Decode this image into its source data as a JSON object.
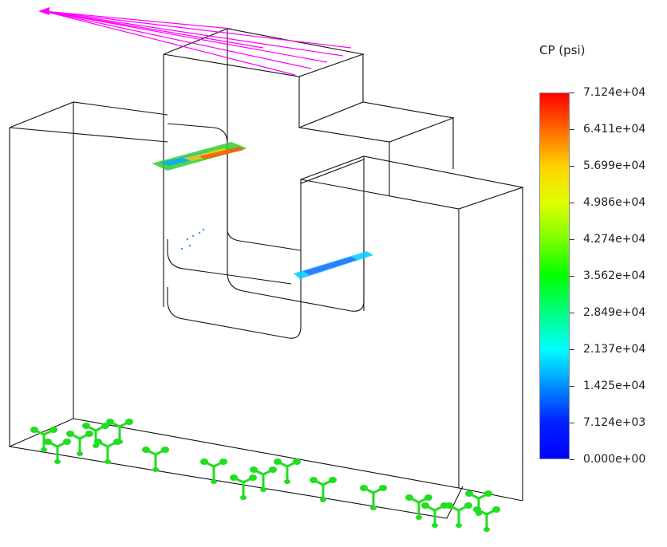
{
  "legend": {
    "title": "CP (psi)",
    "min": 0,
    "max": 71240,
    "ticks": [
      "7.124e+04",
      "6.411e+04",
      "5.699e+04",
      "4.986e+04",
      "4.274e+04",
      "3.562e+04",
      "2.849e+04",
      "2.137e+04",
      "1.425e+04",
      "7.124e+03",
      "0.000e+00"
    ],
    "gradient": [
      "#ff0000",
      "#ff6a00",
      "#ffd200",
      "#e0ff00",
      "#7cff00",
      "#00ff00",
      "#00ff80",
      "#00ffff",
      "#0090ff",
      "#0020ff",
      "#0000ff"
    ]
  },
  "colors": {
    "edges": "#111111",
    "load_arrows": "#ff00ff",
    "fixture_markers": "#22dd22"
  },
  "icons": {
    "load": "force-arrow-icon",
    "fixture": "fixed-support-icon"
  }
}
